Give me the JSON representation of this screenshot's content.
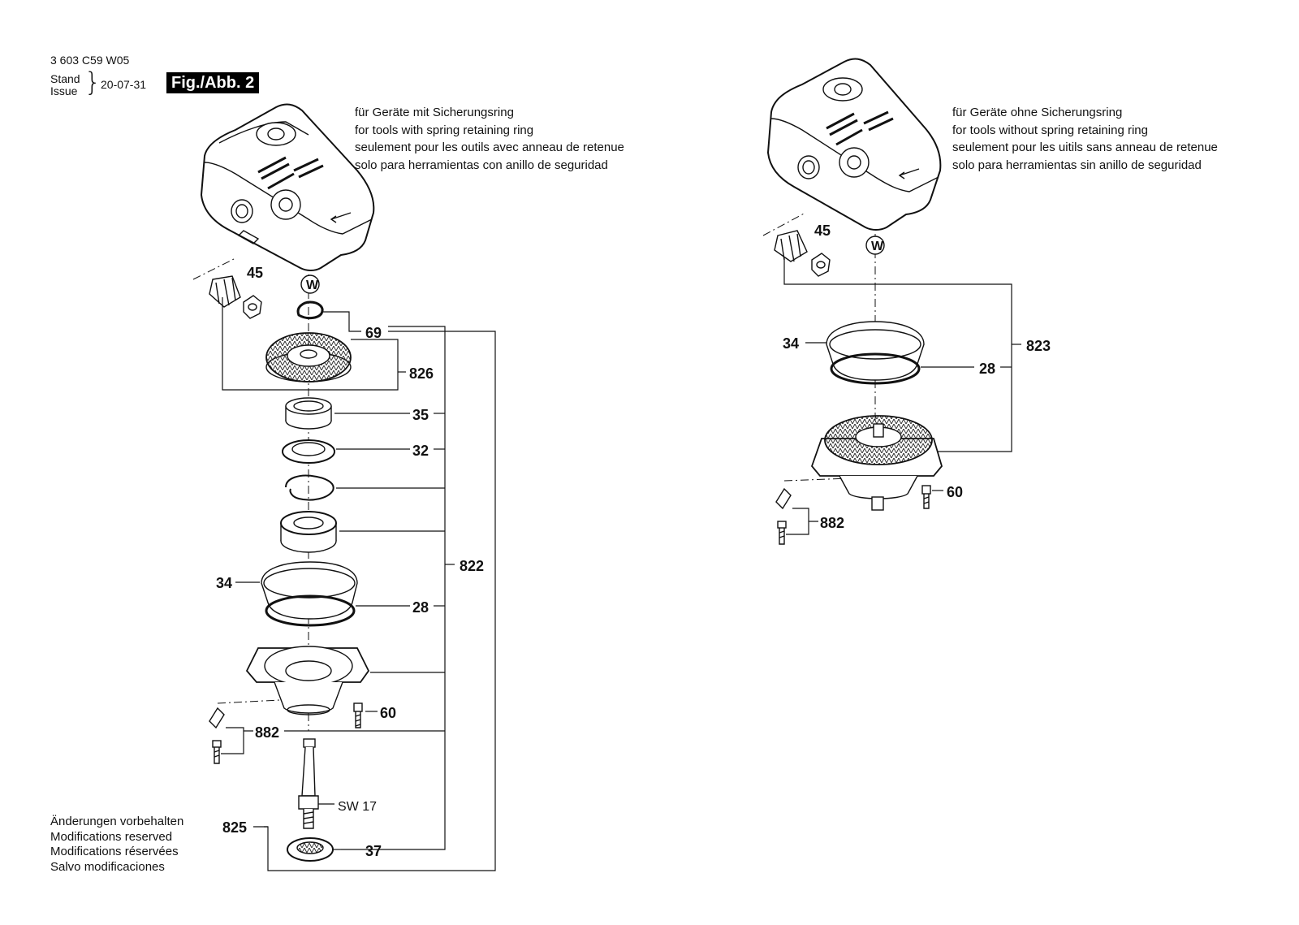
{
  "header": {
    "doc_number": "3 603 C59 W05",
    "stand_label": "Stand",
    "issue_label": "Issue",
    "date": "20-07-31",
    "figure_label": "Fig./Abb. 2"
  },
  "left_variant_note": [
    "für Geräte mit Sicherungsring",
    "for tools with spring retaining ring",
    "seulement pour les outils avec anneau de retenue",
    "solo para herramientas con anillo de seguridad"
  ],
  "right_variant_note": [
    "für Geräte ohne Sicherungsring",
    "for tools without spring retaining ring",
    "seulement pour les uitils sans anneau de retenue",
    "solo para herramientas sin anillo de seguridad"
  ],
  "footer_note": [
    "Änderungen vorbehalten",
    "Modifications reserved",
    "Modifications réservées",
    "Salvo modificaciones"
  ],
  "left_labels": {
    "p45": "45",
    "w": "W",
    "p69": "69",
    "p826": "826",
    "p35": "35",
    "p32": "32",
    "p822": "822",
    "p34": "34",
    "p28": "28",
    "p60": "60",
    "p882": "882",
    "sw": "SW 17",
    "p825": "825",
    "p37": "37"
  },
  "right_labels": {
    "p45": "45",
    "w": "W",
    "p34": "34",
    "p823": "823",
    "p28": "28",
    "p60": "60",
    "p882": "882"
  }
}
